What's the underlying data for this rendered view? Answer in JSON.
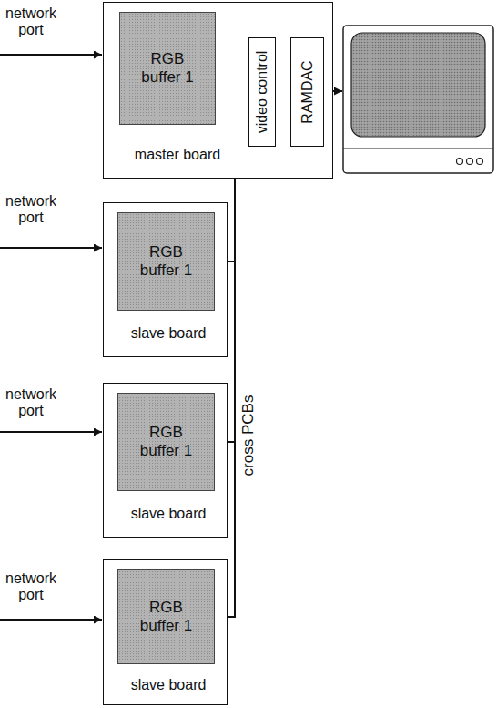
{
  "diagram": {
    "nodes": [
      {
        "text": [
          "master board"
        ]
      },
      {
        "text": [
          "RGB buffer 1"
        ],
        "in": 0
      },
      {
        "text": [
          "video control"
        ],
        "in": 0
      },
      {
        "text": [
          "RAMDAC"
        ],
        "in": 0
      },
      {
        "text": [
          "slave board"
        ]
      },
      {
        "text": [
          "RGB buffer 1"
        ],
        "in": 4
      },
      {
        "text": [
          "slave board"
        ]
      },
      {
        "text": [
          "RGB buffer 1"
        ],
        "in": 6
      },
      {
        "text": [
          "slave board"
        ]
      },
      {
        "text": [
          "RGB buffer 1"
        ],
        "in": 8
      }
    ],
    "edges": [
      {
        "from": 1,
        "to": 2,
        "arrow": "to"
      },
      {
        "from": 5,
        "to": 2,
        "arrow": "to"
      },
      {
        "from": 7,
        "to": 2,
        "arrow": "to"
      },
      {
        "from": 9,
        "to": 2,
        "arrow": "to"
      },
      {
        "from": 2,
        "to": 3,
        "arrow": "to"
      }
    ],
    "labels": [
      "network port",
      "network port",
      "network port",
      "network port",
      "cross PCBs"
    ]
  }
}
